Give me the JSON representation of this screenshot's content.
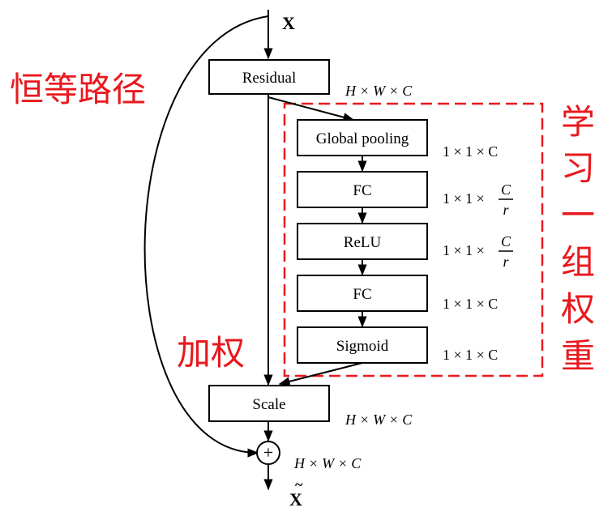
{
  "input_label": "X",
  "output_label": "X",
  "output_accent": "~",
  "plus_symbol": "+",
  "blocks": {
    "residual": "Residual",
    "global_pooling": "Global pooling",
    "fc1": "FC",
    "relu": "ReLU",
    "fc2": "FC",
    "sigmoid": "Sigmoid",
    "scale": "Scale"
  },
  "dims": {
    "residual_out": "H × W × C",
    "pool_out": "1 × 1 × C",
    "fc1_prefix": "1 × 1 ×",
    "fc1_num": "C",
    "fc1_den": "r",
    "relu_prefix": "1 × 1 ×",
    "relu_num": "C",
    "relu_den": "r",
    "fc2_out": "1 × 1 × C",
    "sigmoid_out": "1 × 1 × C",
    "scale_out": "H × W × C",
    "sum_out": "H × W × C"
  },
  "annotations": {
    "identity_path": "恒等路径",
    "weighting": "加权",
    "learn_weights_chars": [
      "学",
      "习",
      "一",
      "组",
      "权",
      "重"
    ]
  },
  "colors": {
    "annotation_red": "#e8191e",
    "line": "#000000"
  }
}
